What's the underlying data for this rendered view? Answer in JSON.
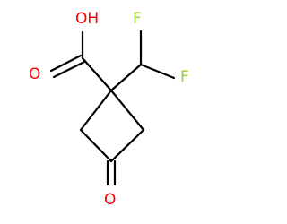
{
  "molecule": {
    "atoms": {
      "hydroxyl": "OH",
      "carbonyl_o_acid": "O",
      "fluorine_1": "F",
      "fluorine_2": "F",
      "ketone_o": "O"
    }
  },
  "colors": {
    "bond": "#000000",
    "oxygen": "#ff0000",
    "fluorine": "#9acd32",
    "background": "#ffffff"
  }
}
